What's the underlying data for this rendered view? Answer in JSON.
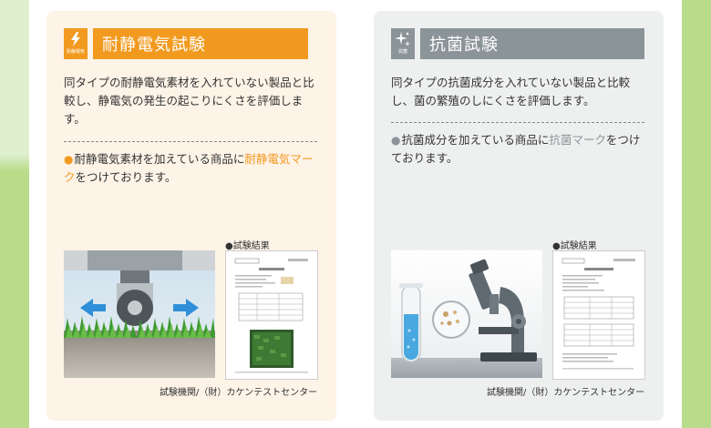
{
  "cards": [
    {
      "id": "antistatic",
      "title": "耐静電気試験",
      "badge_label": "耐静電気",
      "description": "同タイプの耐静電気素材を入れていない製品と比較し、静電気の発生の起こりにくさを評価します。",
      "note_prefix": "耐静電気素材を加えている商品に",
      "note_highlight": "耐静電気マーク",
      "note_suffix": "をつけております。",
      "result_label": "●試験結果",
      "caption": "試験機関/（財）カケンテストセンター",
      "icon": "lightning-icon"
    },
    {
      "id": "antibac",
      "title": "抗菌試験",
      "badge_label": "抗菌",
      "description": "同タイプの抗菌成分を入れていない製品と比較し、菌の繁殖のしにくさを評価します。",
      "note_prefix": "抗菌成分を加えている商品に",
      "note_highlight": "抗菌マーク",
      "note_suffix": "をつけております。",
      "result_label": "●試験結果",
      "caption": "試験機関/（財）カケンテストセンター",
      "icon": "sparkle-icon"
    }
  ],
  "colors": {
    "antistatic_accent": "#f29a1f",
    "antibac_accent": "#8b9498",
    "left_stripe_light": "#dff0cf",
    "side_stripe_green": "#b8dc8a"
  }
}
